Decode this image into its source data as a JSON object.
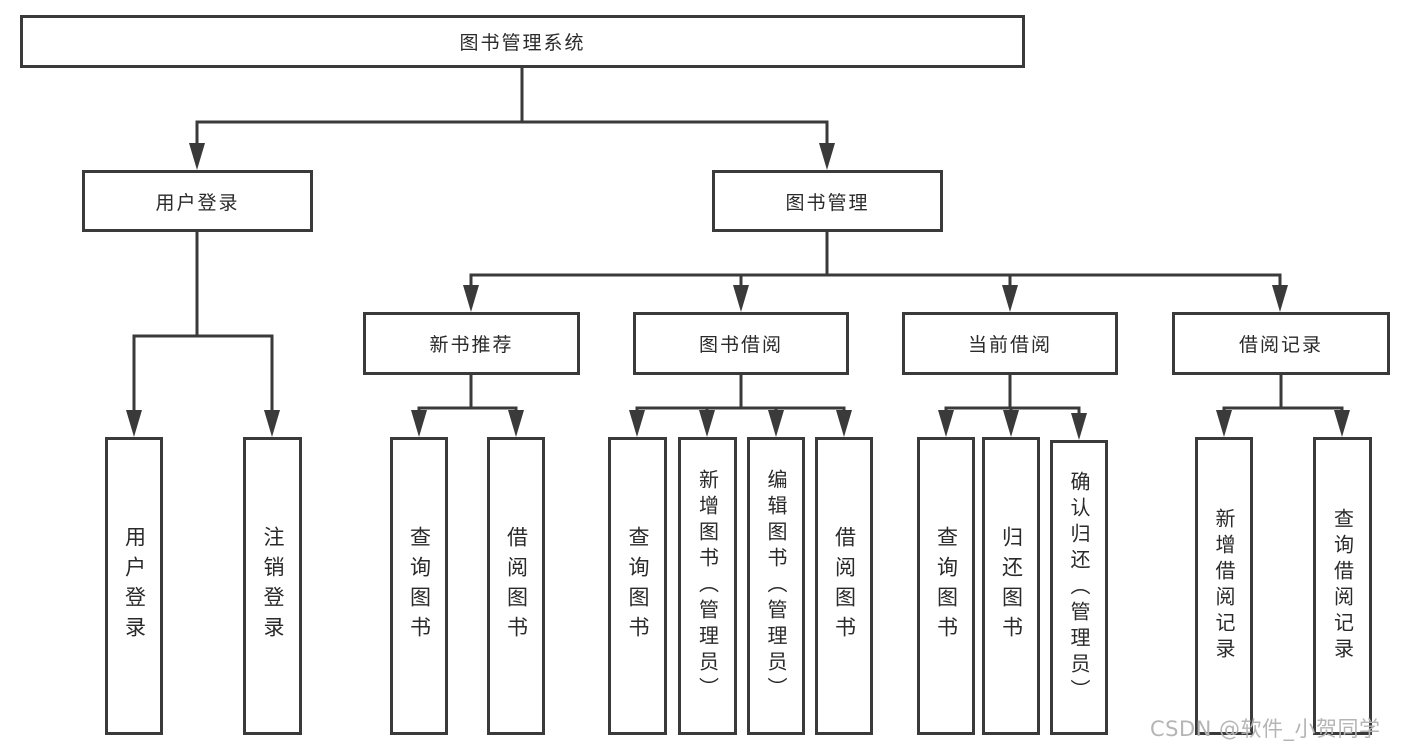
{
  "diagram": {
    "root": {
      "label": "图书管理系统"
    },
    "level2": {
      "user_login": "用户登录",
      "book_management": "图书管理"
    },
    "level3": {
      "new_book_recommend": "新书推荐",
      "book_borrowing": "图书借阅",
      "current_borrowing": "当前借阅",
      "borrowing_records": "借阅记录"
    },
    "leaves": {
      "user_login": [
        "用户登录",
        "注销登录"
      ],
      "new_book_recommend": [
        "查询图书",
        "借阅图书"
      ],
      "book_borrowing": [
        "查询图书",
        "新增图书（管理员）",
        "编辑图书（管理员）",
        "借阅图书"
      ],
      "current_borrowing": [
        "查询图书",
        "归还图书",
        "确认归还（管理员）"
      ],
      "borrowing_records": [
        "新增借阅记录",
        "查询借阅记录"
      ]
    },
    "watermark": "CSDN @软件_小贺同学",
    "colors": {
      "line": "#3a3a3a",
      "text": "#2a2a2a",
      "watermark": "#b5b5b5",
      "background": "#ffffff"
    }
  }
}
